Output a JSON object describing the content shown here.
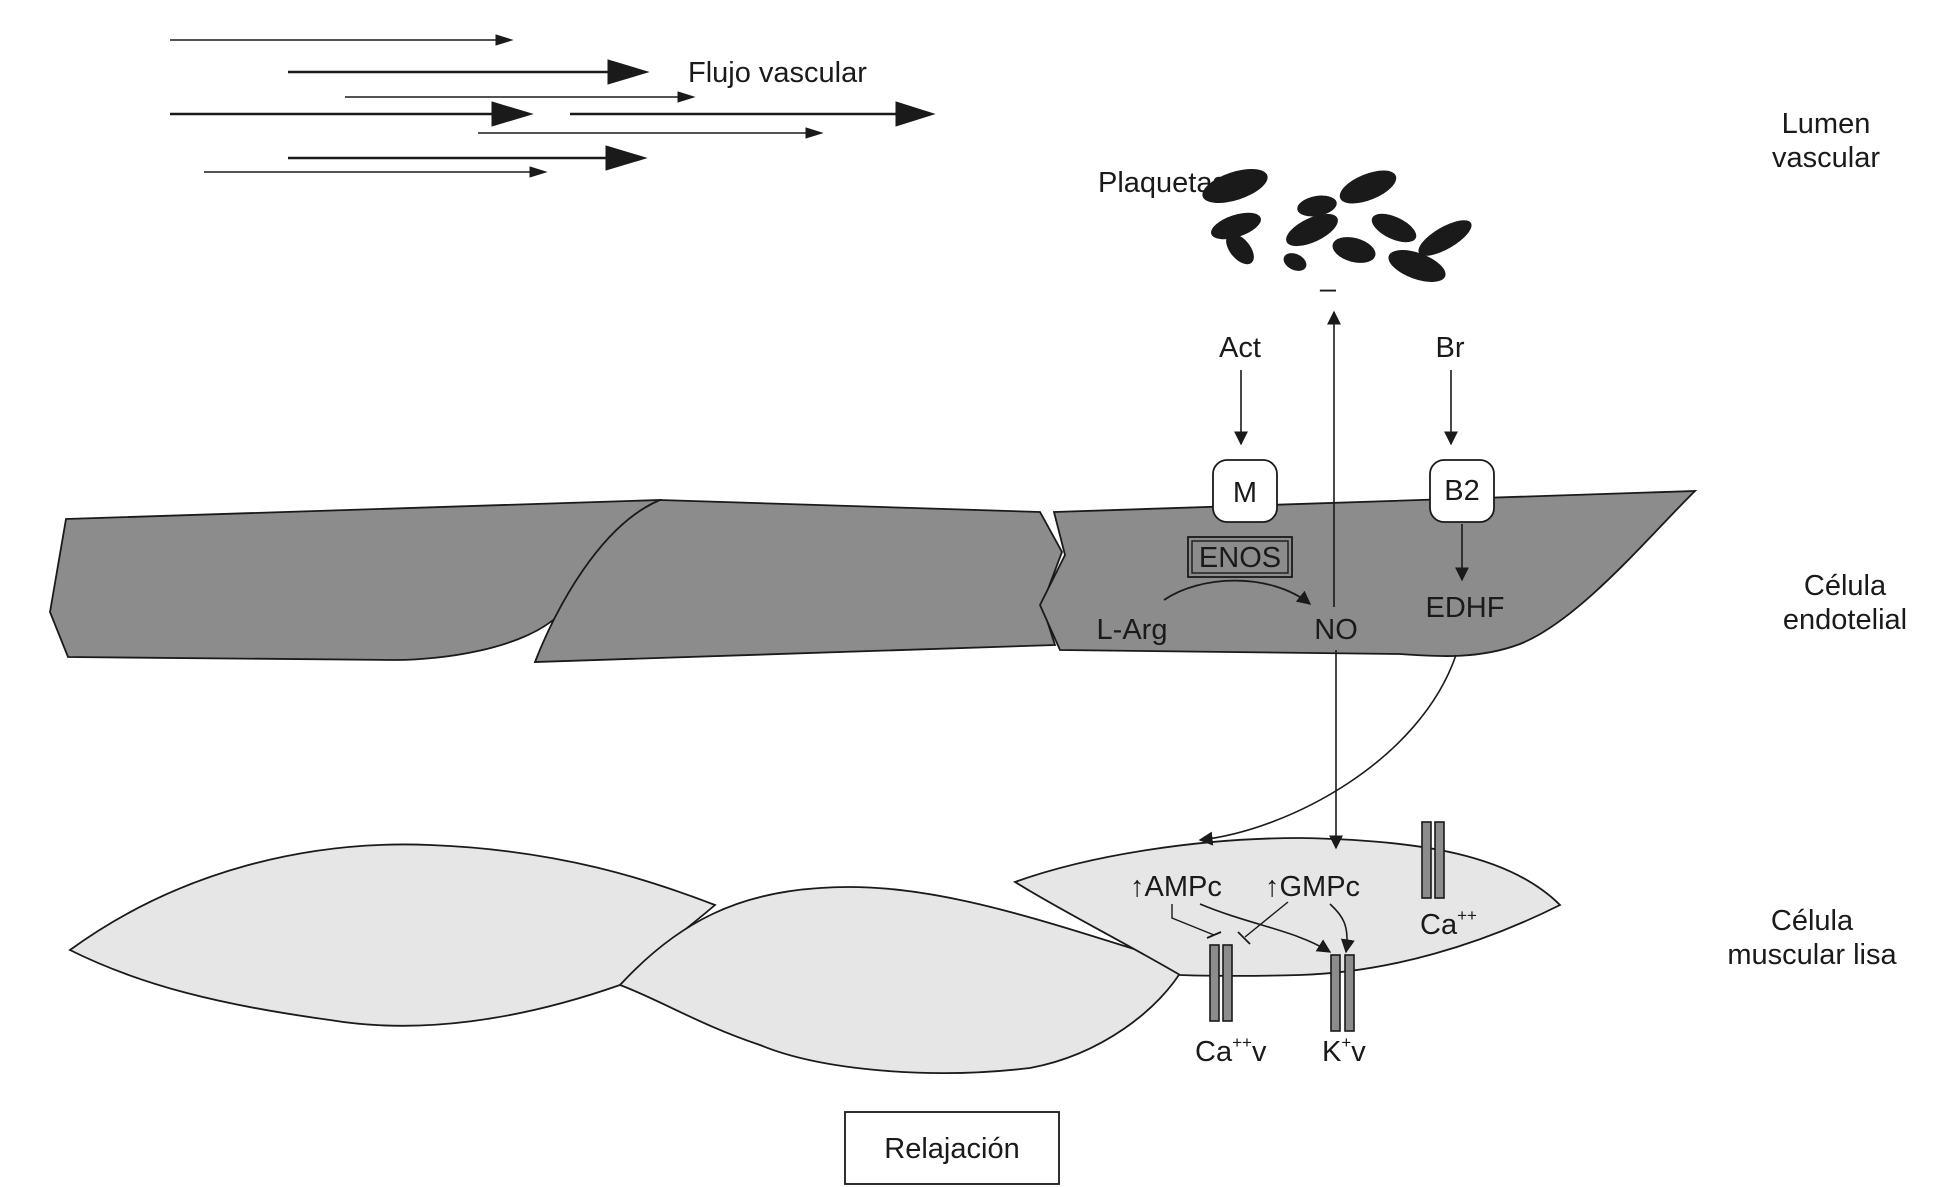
{
  "labels": {
    "flow": "Flujo vascular",
    "lumen_line1": "Lumen",
    "lumen_line2": "vascular",
    "platelets": "Plaquetas",
    "inhibit_sign": "–",
    "act": "Act",
    "br": "Br",
    "m_receptor": "M",
    "b2_receptor": "B2",
    "enos": "ENOS",
    "l_arg": "L-Arg",
    "no": "NO",
    "edhf": "EDHF",
    "endothelial_line1": "Célula",
    "endothelial_line2": "endotelial",
    "smooth_line1": "Célula",
    "smooth_line2": "muscular lisa",
    "campc": "↑AMPc",
    "cgmpc": "↑GMPc",
    "ca_channel_base": "Ca",
    "ca_channel_sup": "++",
    "cav_base": "Ca",
    "cav_sup": "++",
    "cav_suffix": "v",
    "kv_base": "K",
    "kv_sup": "+",
    "kv_suffix": "v",
    "relaxation": "Relajación"
  },
  "colors": {
    "endothelium": "#8c8c8c",
    "smooth_muscle": "#e6e6e6",
    "stroke": "#1a1a1a",
    "platelet": "#1a1a1a",
    "channel": "#8c8c8c"
  }
}
